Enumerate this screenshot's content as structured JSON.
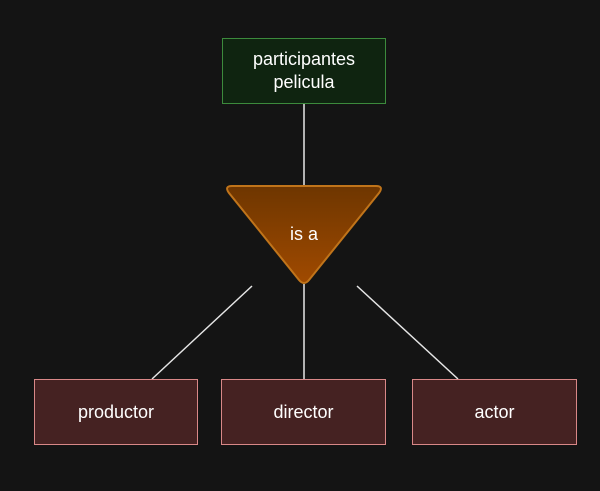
{
  "diagram": {
    "parent": {
      "label": "participantes\npelicula"
    },
    "isa": {
      "label": "is a"
    },
    "children": [
      {
        "label": "productor"
      },
      {
        "label": "director"
      },
      {
        "label": "actor"
      }
    ]
  },
  "colors": {
    "background": "#141414",
    "parent_fill": "#0f2410",
    "parent_border": "#3c8a3c",
    "isa_fill_top": "#6e3600",
    "isa_fill_bottom": "#a04a00",
    "isa_border": "#c0741a",
    "child_fill": "#452222",
    "child_border": "#d98888",
    "connector": "#e6e6e6",
    "text": "#ffffff"
  }
}
